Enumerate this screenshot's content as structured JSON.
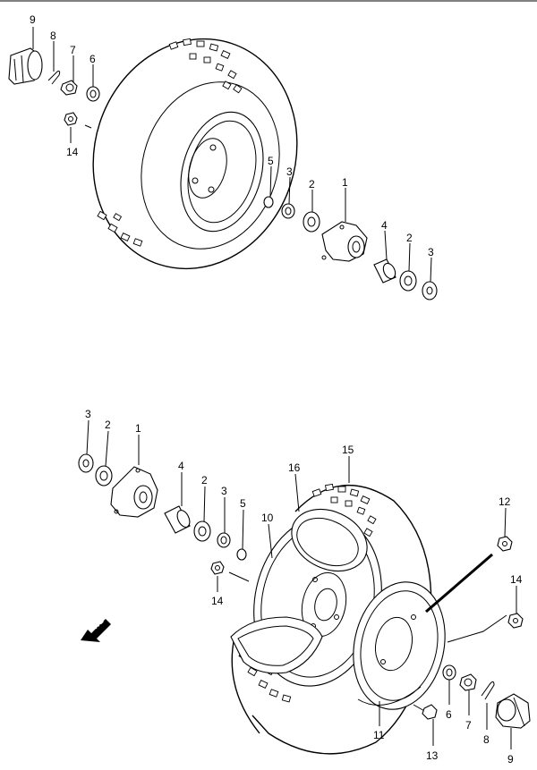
{
  "diagram": {
    "top_callouts": [
      "9",
      "8",
      "7",
      "6",
      "14",
      "5",
      "3",
      "2",
      "1",
      "4",
      "2",
      "3"
    ],
    "bottom_callouts": [
      "3",
      "2",
      "1",
      "4",
      "2",
      "3",
      "5",
      "14",
      "10",
      "16",
      "15",
      "12",
      "14",
      "6",
      "7",
      "8",
      "9",
      "13",
      "11"
    ],
    "fwd_label": "FWD"
  }
}
